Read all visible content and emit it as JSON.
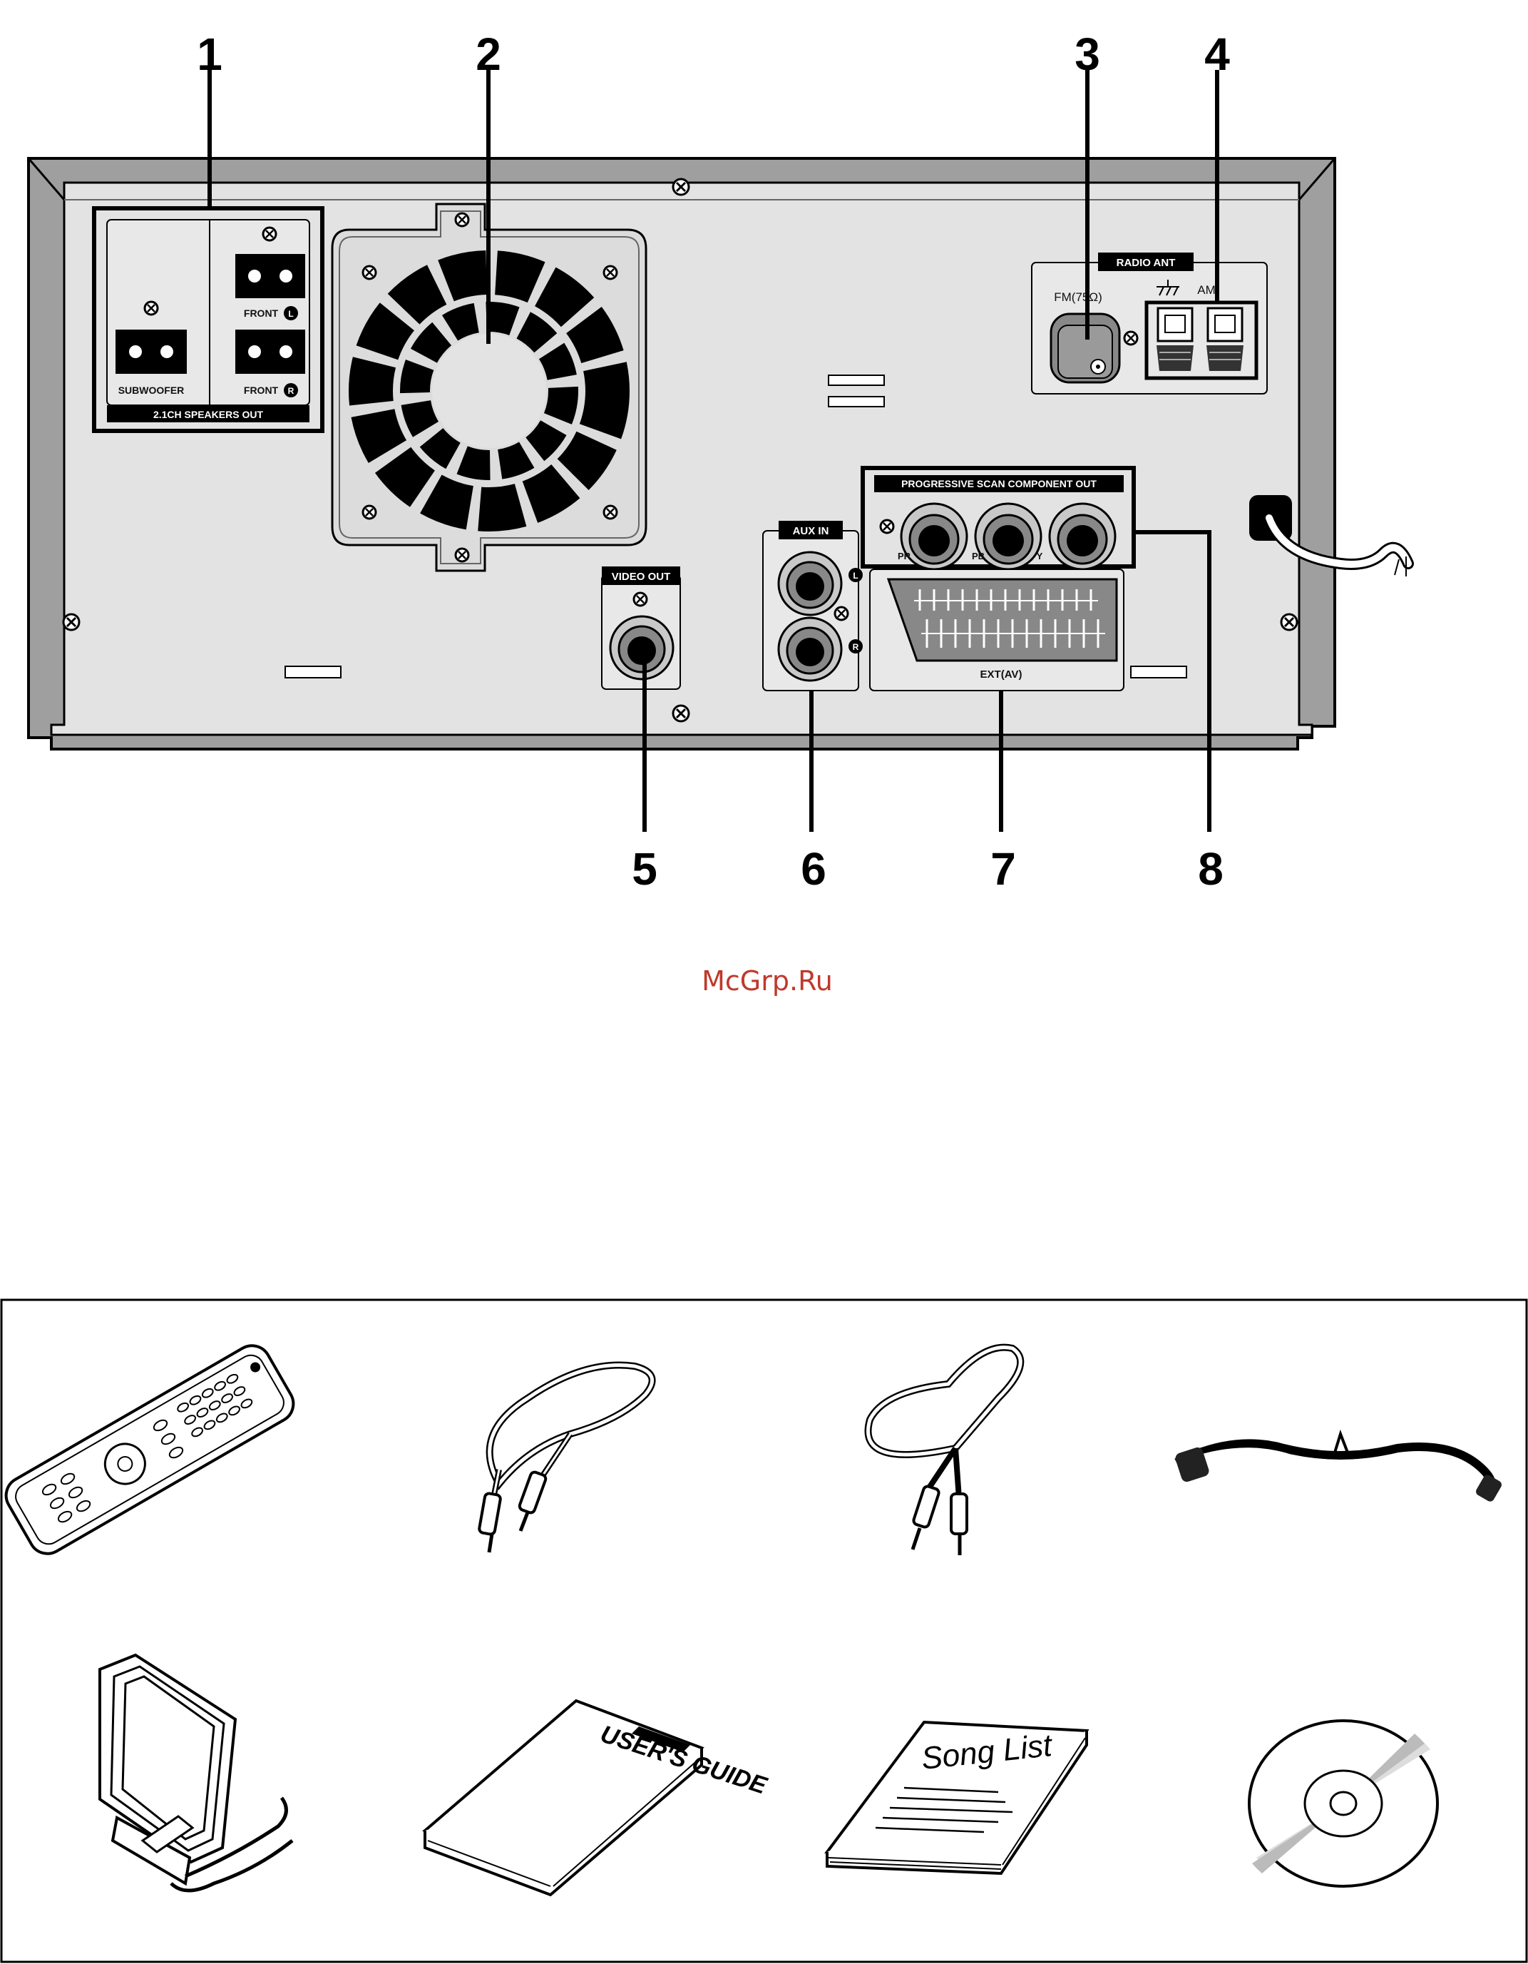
{
  "callouts": [
    "1",
    "2",
    "3",
    "4",
    "5",
    "6",
    "7",
    "8"
  ],
  "panel_text": {
    "subwoofer": "SUBWOOFER",
    "front_l": "FRONT",
    "front_r": "FRONT",
    "l_glyph": "L",
    "r_glyph": "R",
    "speakers_out": "2.1CH  SPEAKERS OUT",
    "radio_ant": "RADIO ANT",
    "fm": "FM(75Ω)",
    "am": "AM",
    "component_out": "PROGRESSIVE SCAN COMPONENT OUT",
    "pr": "PR",
    "pb": "PB",
    "y": "Y",
    "aux_in": "AUX IN",
    "video_out": "VIDEO OUT",
    "ext_av": "EXT(AV)"
  },
  "watermark": "McGrp.Ru",
  "accessories": {
    "manual_title": "USER'S GUIDE",
    "song_list_title": "Song List"
  },
  "colors": {
    "panel": "#e3e3e3",
    "frame": "#a6a6a6",
    "watermark": "#c0392b",
    "ink": "#000000"
  }
}
